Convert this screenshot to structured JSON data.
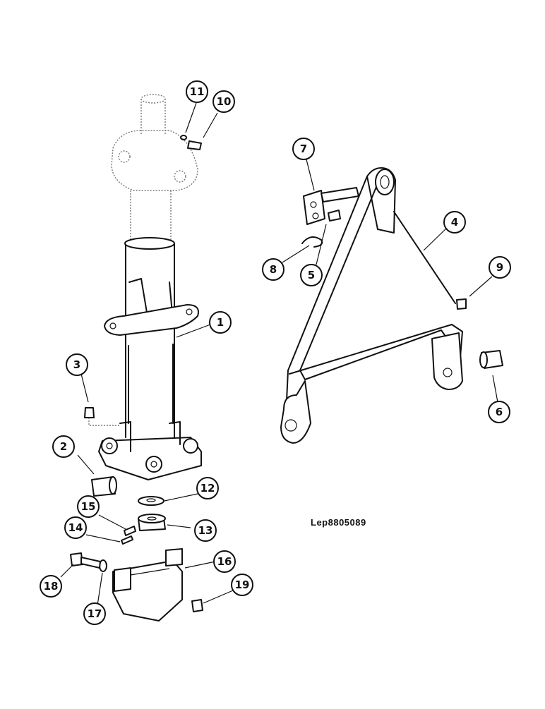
{
  "drawing": {
    "reference_code": "Lep8805089",
    "callouts": [
      {
        "id": "1",
        "label": "1"
      },
      {
        "id": "2",
        "label": "2"
      },
      {
        "id": "3",
        "label": "3"
      },
      {
        "id": "4",
        "label": "4"
      },
      {
        "id": "5",
        "label": "5"
      },
      {
        "id": "6",
        "label": "6"
      },
      {
        "id": "7",
        "label": "7"
      },
      {
        "id": "8",
        "label": "8"
      },
      {
        "id": "9",
        "label": "9"
      },
      {
        "id": "10",
        "label": "10"
      },
      {
        "id": "11",
        "label": "11"
      },
      {
        "id": "12",
        "label": "12"
      },
      {
        "id": "13",
        "label": "13"
      },
      {
        "id": "14",
        "label": "14"
      },
      {
        "id": "15",
        "label": "15"
      },
      {
        "id": "16",
        "label": "16"
      },
      {
        "id": "17",
        "label": "17"
      },
      {
        "id": "18",
        "label": "18"
      },
      {
        "id": "19",
        "label": "19"
      }
    ]
  },
  "colors": {
    "ink": "#111111",
    "paper": "#ffffff",
    "ghost_ink": "#777777"
  }
}
